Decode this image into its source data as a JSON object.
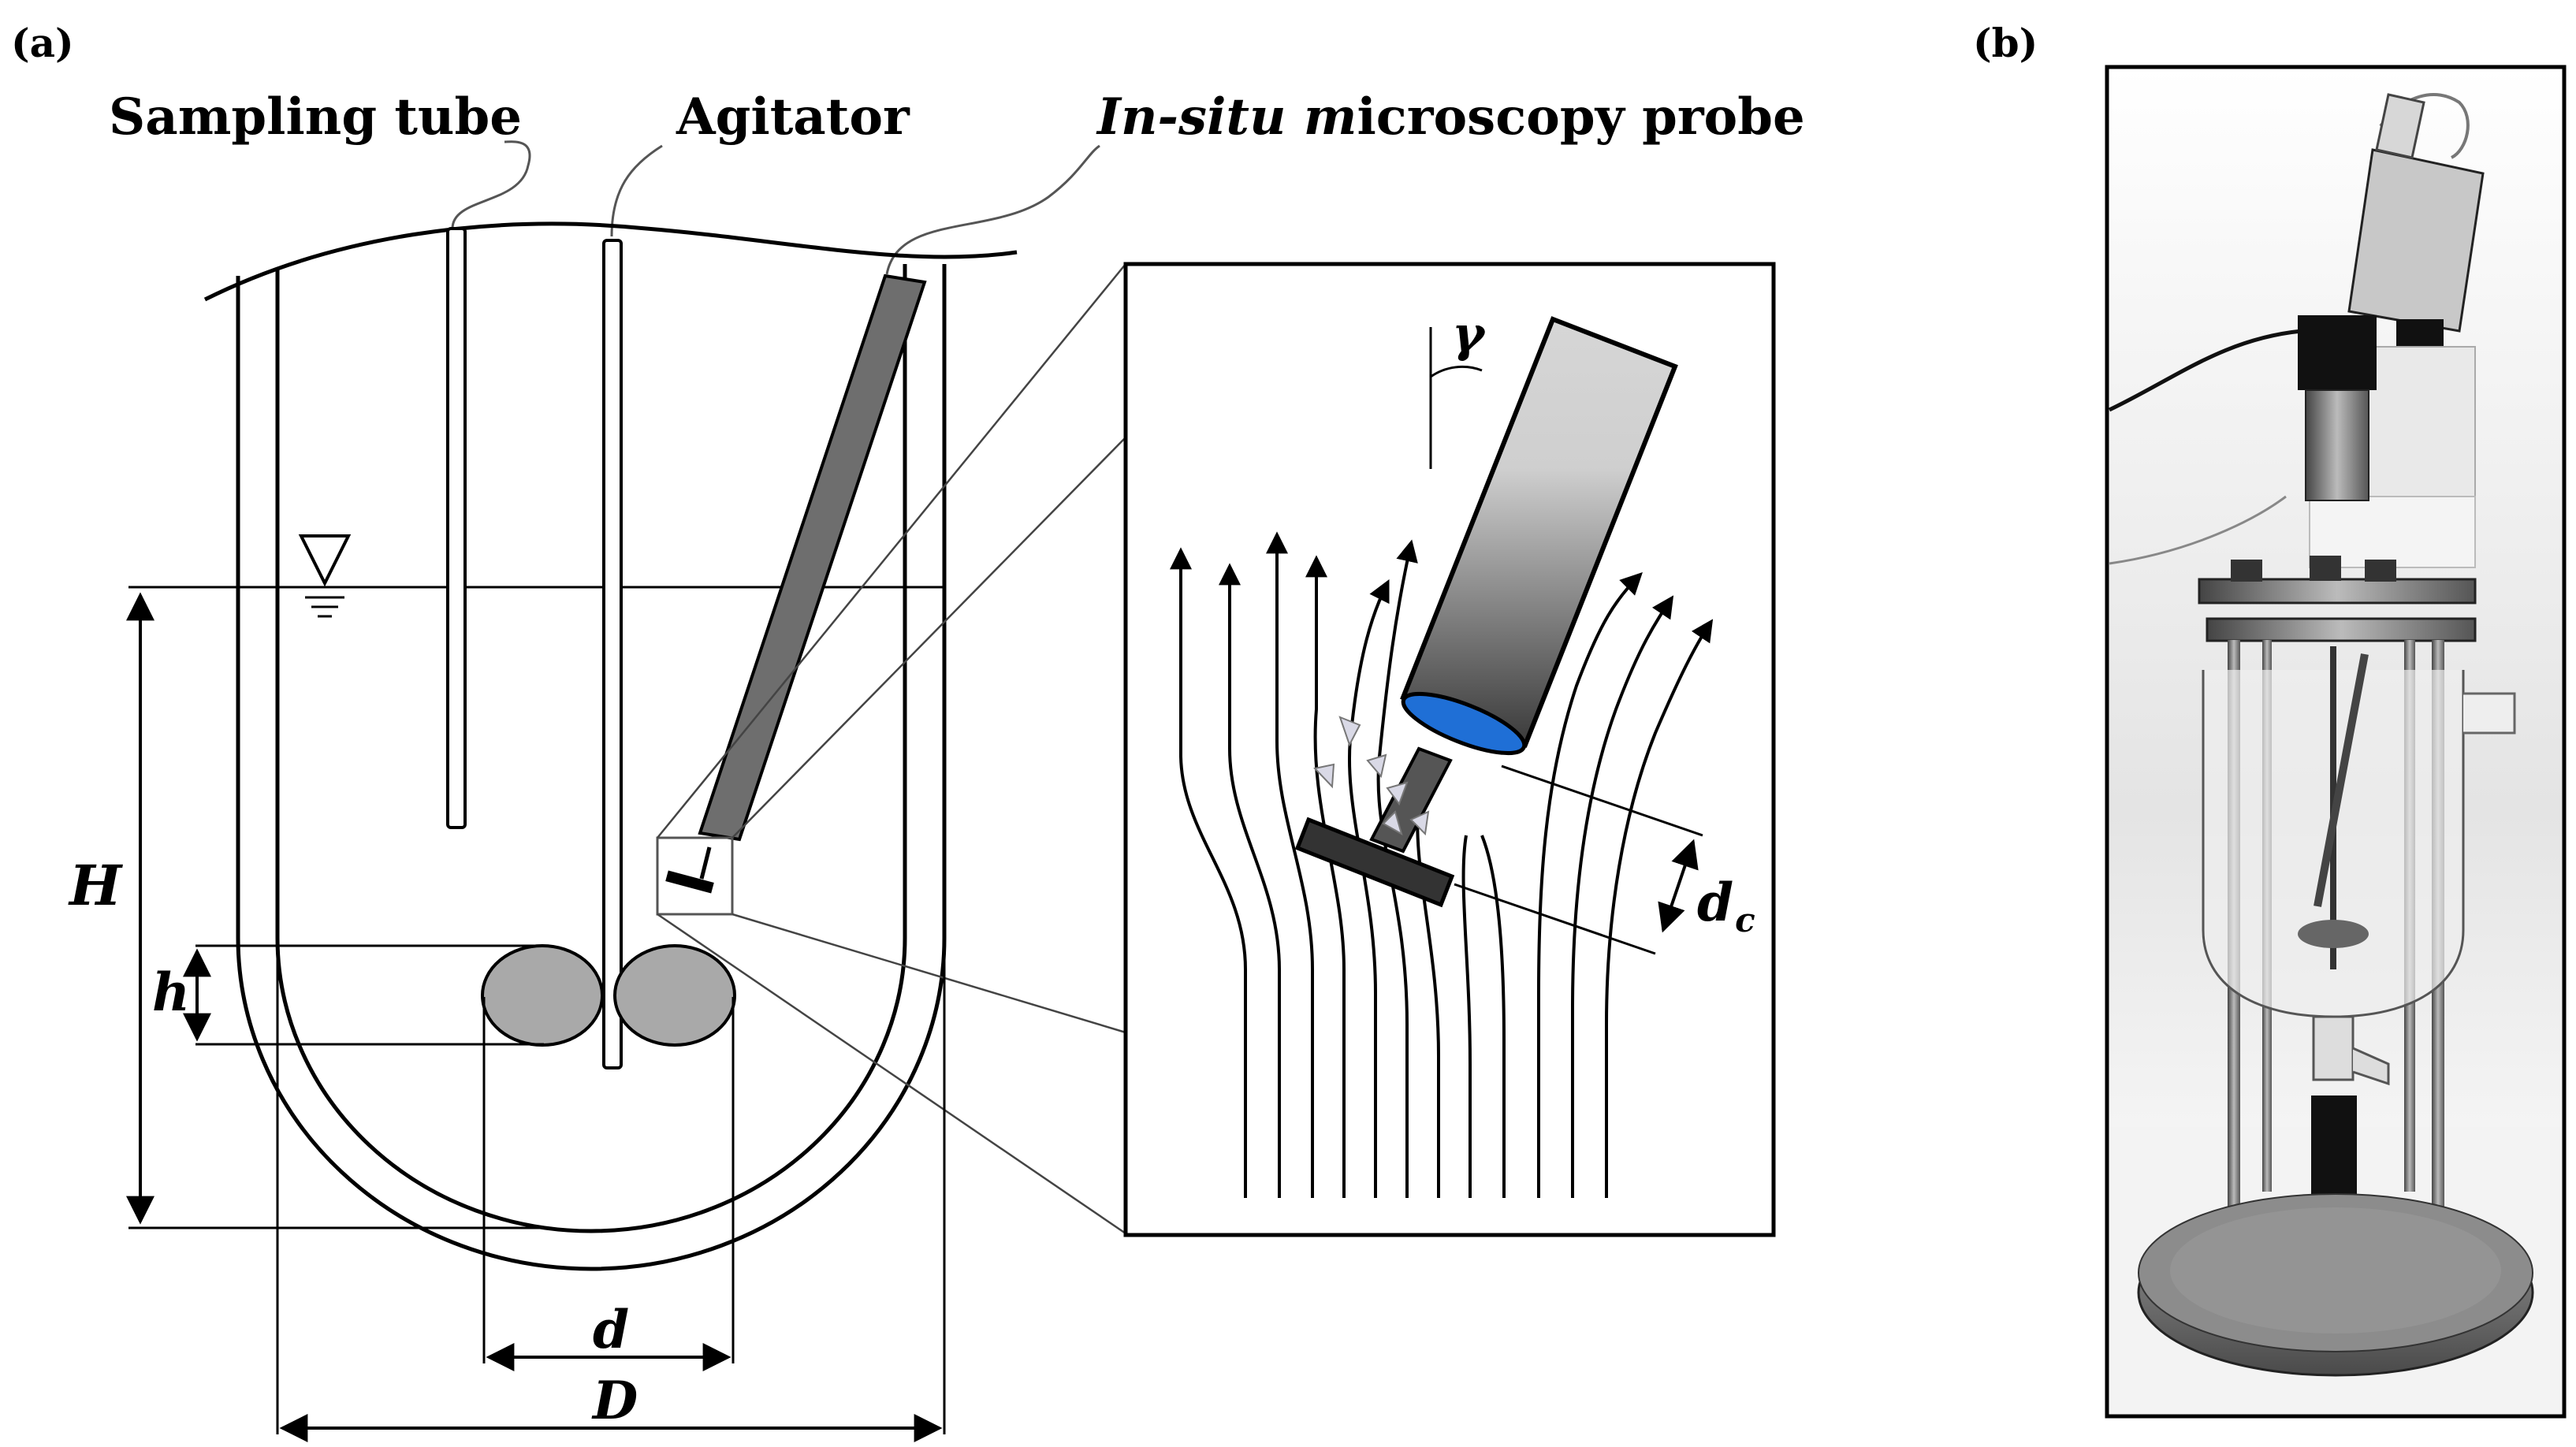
{
  "panels": {
    "a_label": "(a)",
    "b_label": "(b)"
  },
  "labels": {
    "sampling_tube": "Sampling tube",
    "agitator": "Agitator",
    "probe_italic": "In-situ m",
    "probe_rest": "icroscopy probe"
  },
  "dims": {
    "H": "H",
    "h": "h",
    "d": "d",
    "D": "D",
    "gamma": "γ",
    "dc_main": "d",
    "dc_sub": "c"
  },
  "colors": {
    "probe_dark": "#6e6e6e",
    "impeller": "#a9a9a9",
    "lens_blue": "#1f6fd6",
    "probe_light": "#dcdcdc"
  }
}
